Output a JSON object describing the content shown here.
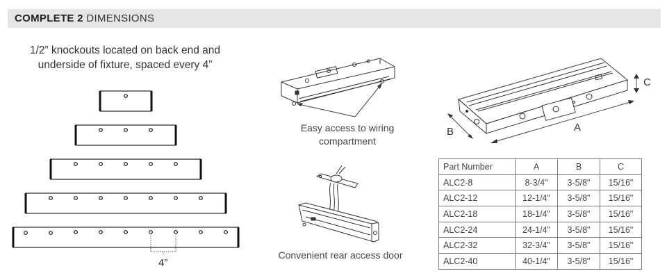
{
  "header": {
    "title_bold": "COMPLETE 2",
    "title_light": "DIMENSIONS",
    "bg_color": "#e4e5e6"
  },
  "knockouts": {
    "note_line1": "1/2” knockouts located on back end and",
    "note_line2": "underside of fixture, spaced every 4”",
    "spacing_label": "4”",
    "fixtures": [
      {
        "knockouts": 1
      },
      {
        "knockouts": 3
      },
      {
        "knockouts": 5
      },
      {
        "knockouts": 7
      },
      {
        "knockouts": 9
      }
    ]
  },
  "illustrations": {
    "wiring_caption_line1": "Easy access to wiring",
    "wiring_caption_line2": "compartment",
    "rear_door_caption": "Convenient rear access door",
    "dimension_labels": {
      "a": "A",
      "b": "B",
      "c": "C"
    }
  },
  "table": {
    "headers": [
      "Part Number",
      "A",
      "B",
      "C"
    ],
    "rows": [
      [
        "ALC2-8",
        "8-3/4\"",
        "3-5/8\"",
        "15/16\""
      ],
      [
        "ALC2-12",
        "12-1/4\"",
        "3-5/8\"",
        "15/16\""
      ],
      [
        "ALC2-18",
        "18-1/4\"",
        "3-5/8\"",
        "15/16\""
      ],
      [
        "ALC2-24",
        "24-1/4\"",
        "3-5/8\"",
        "15/16\""
      ],
      [
        "ALC2-32",
        "32-3/4\"",
        "3-5/8\"",
        "15/16\""
      ],
      [
        "ALC2-40",
        "40-1/4\"",
        "3-5/8\"",
        "15/16\""
      ]
    ]
  }
}
